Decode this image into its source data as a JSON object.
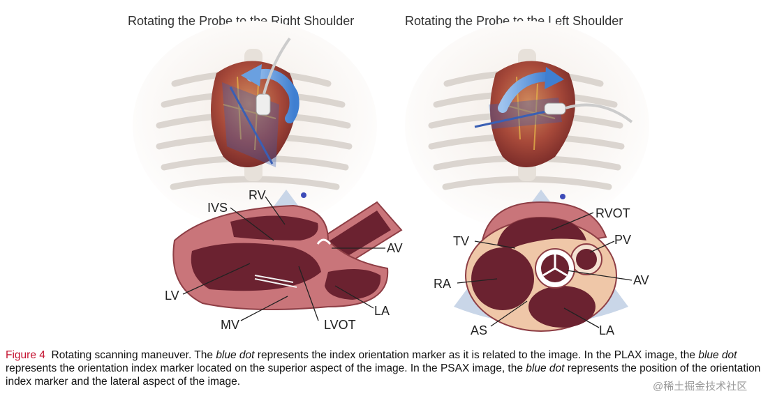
{
  "panels": {
    "left_title": "Rotating the Probe to the Right Shoulder",
    "right_title": "Rotating the Probe to the Left Shoulder"
  },
  "plax_labels": {
    "rv": "RV",
    "ivs": "IVS",
    "av": "AV",
    "lv": "LV",
    "la": "LA",
    "mv": "MV",
    "lvot": "LVOT"
  },
  "psax_labels": {
    "rvot": "RVOT",
    "tv": "TV",
    "pv": "PV",
    "ra": "RA",
    "av": "AV",
    "as": "AS",
    "la": "LA"
  },
  "caption": {
    "figure_label": "Figure 4",
    "t1": "Rotating scanning maneuver. The ",
    "e1": "blue dot",
    "t2": " represents the index orientation marker as it is related to the image. In the PLAX image, the ",
    "e2": "blue dot",
    "t3": " represents the orientation index marker located on the superior aspect of the image. In the PSAX image, the ",
    "e3": "blue dot",
    "t4": " represents the position of the orientation index marker and the lateral aspect of the image."
  },
  "watermark": "@稀土掘金技术社区",
  "colors": {
    "myocardium": "#c9757a",
    "chamber": "#6b2230",
    "sector": "#c9d6e8",
    "marker": "#3d4bb8",
    "figure_label": "#c4122f"
  }
}
